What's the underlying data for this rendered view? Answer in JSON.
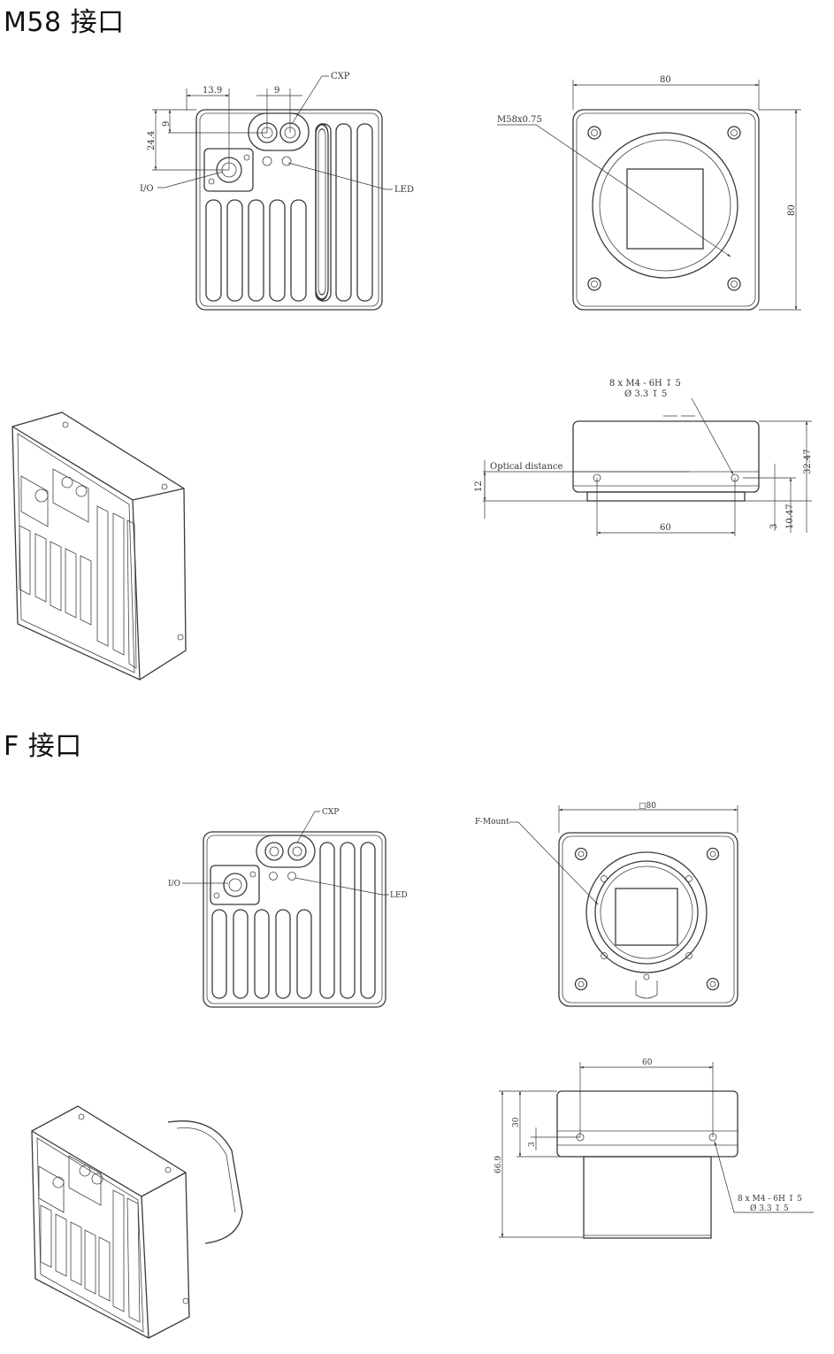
{
  "sections": [
    {
      "heading": "M58 接口",
      "back_view": {
        "dim_13_9": "13.9",
        "dim_9_top": "9",
        "dim_9_side": "9",
        "dim_24_4": "24.4",
        "label_cxp": "CXP",
        "label_io": "I/O",
        "label_led": "LED"
      },
      "front_view": {
        "dim_width": "80",
        "dim_height": "80",
        "label_thread": "M58x0.75"
      },
      "side_view": {
        "holes_line1": "8 x  M4 - 6H ↧ 5",
        "holes_line2": "Ø 3.3 ↧ 5",
        "label_optical": "Optical distance",
        "dim_12": "12",
        "dim_60": "60",
        "dim_32_47": "32.47",
        "dim_10_47": "10.47",
        "dim_3": "3"
      }
    },
    {
      "heading": "F 接口",
      "back_view": {
        "label_cxp": "CXP",
        "label_io": "I/O",
        "label_led": "LED"
      },
      "front_view": {
        "dim_width": "□80",
        "label_mount": "F-Mount"
      },
      "side_view": {
        "dim_60": "60",
        "dim_30": "30",
        "dim_3": "3",
        "dim_66_9": "66.9",
        "holes_line1": "8 x  M4 - 6H ↧ 5",
        "holes_line2": "Ø 3.3 ↧ 5"
      }
    }
  ]
}
